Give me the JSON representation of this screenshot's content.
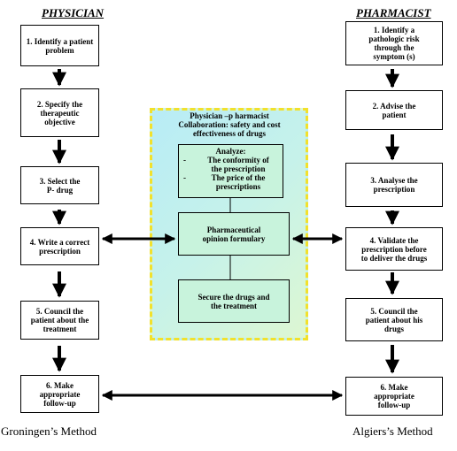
{
  "headers": {
    "left": "PHYSICIAN",
    "right": "PHARMACIST"
  },
  "physician_steps": [
    [
      "1. Identify a patient",
      "problem"
    ],
    [
      "2. Specify the",
      "therapeutic",
      "objective"
    ],
    [
      "3. Select the",
      "P- drug"
    ],
    [
      "4. Write a correct",
      "prescription"
    ],
    [
      "5. Council the",
      "patient about the",
      "treatment"
    ],
    [
      "6. Make",
      "appropriate",
      "follow-up"
    ]
  ],
  "pharmacist_steps": [
    [
      "1. Identify a",
      "pathologic risk",
      "through the",
      "symptom (s)"
    ],
    [
      "2. Advise the",
      "patient"
    ],
    [
      "3. Analyse the",
      "prescription"
    ],
    [
      "4. Validate the",
      "prescription before",
      "to deliver the drugs"
    ],
    [
      "5. Council the",
      "patient about his",
      "drugs"
    ],
    [
      "6. Make",
      "appropriate",
      "follow-up"
    ]
  ],
  "collaboration": {
    "title": [
      "Physician –p harmacist",
      "Collaboration: safety and cost",
      "effectiveness of drugs"
    ],
    "analyze": {
      "heading": "Analyze:",
      "items": [
        {
          "dash": "-",
          "lines": [
            "The conformity of",
            "the prescription"
          ]
        },
        {
          "dash": "-",
          "lines": [
            "The price of the",
            "prescriptions"
          ]
        }
      ]
    },
    "opinion": [
      "Pharmaceutical",
      "opinion formulary"
    ],
    "secure": [
      "Secure the drugs and",
      "the treatment"
    ]
  },
  "methods": {
    "left": "Groningen’s Method",
    "right": "Algiers’s Method"
  },
  "colors": {
    "panel_border": "#f2e12b",
    "panel_fill": "#c6f2ea",
    "inner_box_fill": "#c8f3dc"
  }
}
